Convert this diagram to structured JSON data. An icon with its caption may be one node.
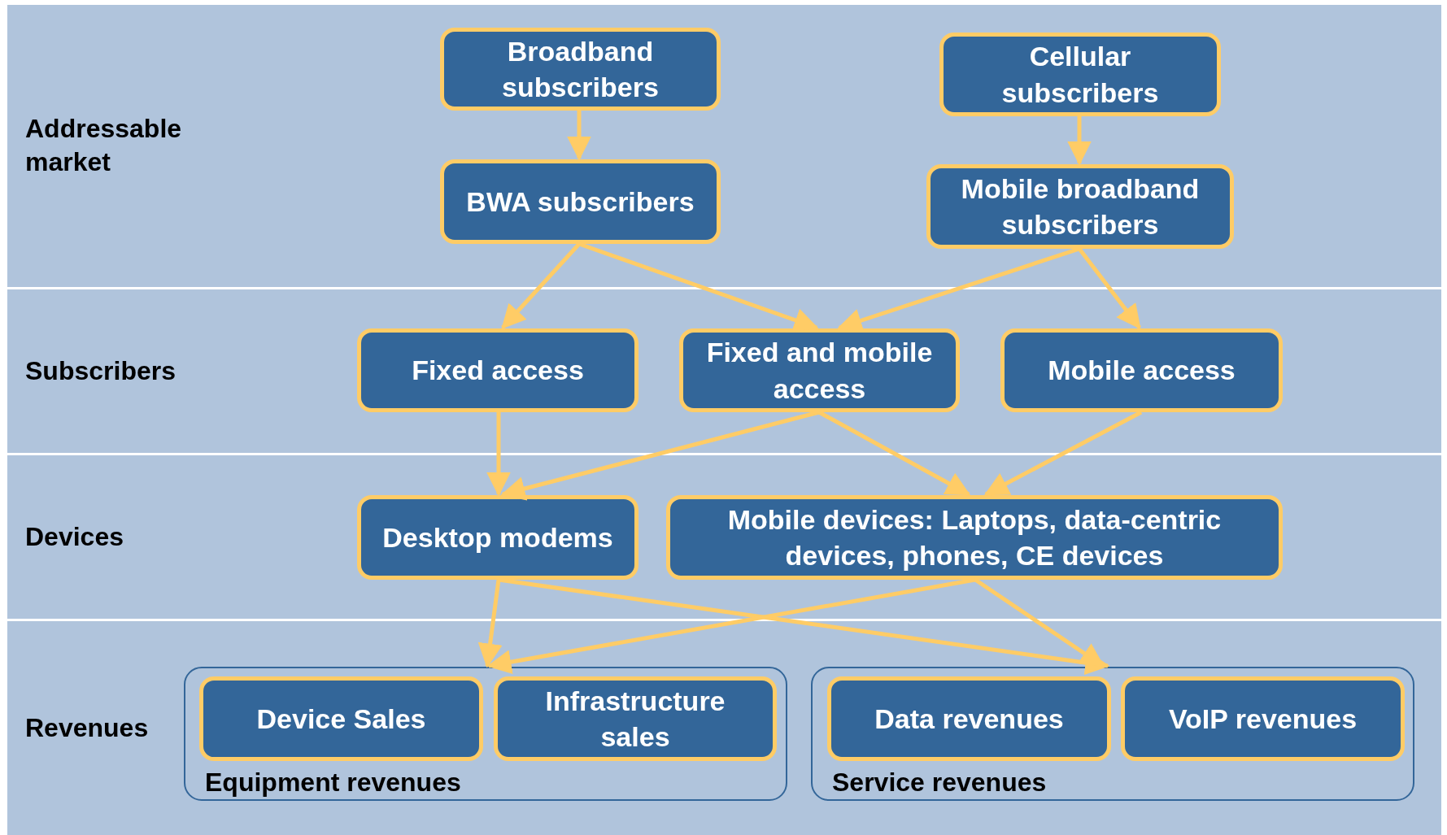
{
  "diagram": {
    "nodes": [
      {
        "text": [
          "Addressable market"
        ]
      },
      {
        "text": [
          "Subscribers"
        ]
      },
      {
        "text": [
          "Devices"
        ]
      },
      {
        "text": [
          "Revenues"
        ]
      },
      {
        "text": [
          "Broadband subscribers"
        ],
        "in": 0
      },
      {
        "text": [
          "Cellular subscribers"
        ],
        "in": 0
      },
      {
        "text": [
          "BWA subscribers"
        ],
        "in": 0
      },
      {
        "text": [
          "Mobile broadband subscribers"
        ],
        "in": 0
      },
      {
        "text": [
          "Fixed access"
        ],
        "in": 1
      },
      {
        "text": [
          "Fixed and mobile access"
        ],
        "in": 1
      },
      {
        "text": [
          "Mobile access"
        ],
        "in": 1
      },
      {
        "text": [
          "Desktop modems"
        ],
        "in": 2
      },
      {
        "text": [
          "Mobile devices: Laptops, data-centric devices, phones, CE devices"
        ],
        "in": 2
      },
      {
        "text": [
          "Equipment revenues"
        ],
        "in": 3
      },
      {
        "text": [
          "Device Sales"
        ],
        "in": 13
      },
      {
        "text": [
          "Infrastructure sales"
        ],
        "in": 13
      },
      {
        "text": [
          "Service revenues"
        ],
        "in": 3
      },
      {
        "text": [
          "Data revenues"
        ],
        "in": 16
      },
      {
        "text": [
          "VoIP revenues"
        ],
        "in": 16
      }
    ],
    "edges": [
      {
        "from": 4,
        "to": 6,
        "arrow": "to"
      },
      {
        "from": 5,
        "to": 7,
        "arrow": "to"
      },
      {
        "from": 6,
        "to": 8,
        "arrow": "to"
      },
      {
        "from": 6,
        "to": 9,
        "arrow": "to"
      },
      {
        "from": 7,
        "to": 9,
        "arrow": "to"
      },
      {
        "from": 7,
        "to": 10,
        "arrow": "to"
      },
      {
        "from": 8,
        "to": 11,
        "arrow": "to"
      },
      {
        "from": 9,
        "to": 11,
        "arrow": "to"
      },
      {
        "from": 9,
        "to": 12,
        "arrow": "to"
      },
      {
        "from": 10,
        "to": 12,
        "arrow": "to"
      },
      {
        "from": 11,
        "to": 13,
        "arrow": "to"
      },
      {
        "from": 11,
        "to": 16,
        "arrow": "to"
      },
      {
        "from": 12,
        "to": 13,
        "arrow": "to"
      },
      {
        "from": 12,
        "to": 16,
        "arrow": "to"
      }
    ]
  }
}
